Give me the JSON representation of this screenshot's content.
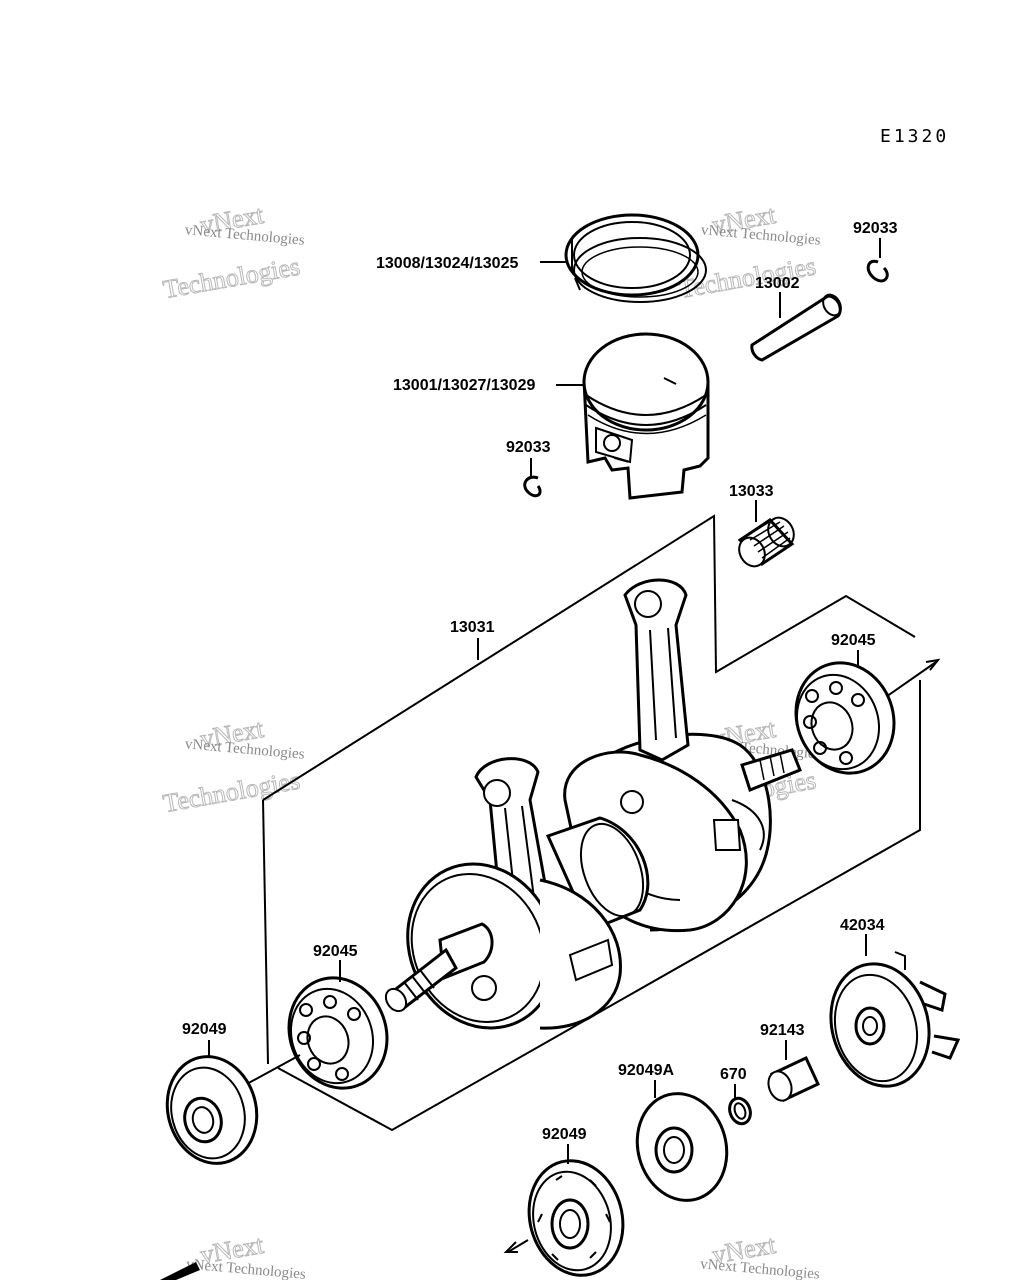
{
  "diagram_code": "E1320",
  "watermark": {
    "line1": "vNext Technologies",
    "outline1": "vNext",
    "outline2": "Technologies"
  },
  "parts": {
    "piston_rings": "13008/13024/13025",
    "circlip_right": "92033",
    "piston_pin": "13002",
    "piston": "13001/13027/13029",
    "circlip_left": "92033",
    "needle_bearing": "13033",
    "crankshaft_assy": "13031",
    "ball_bearing_right": "92045",
    "ball_bearing_left": "92045",
    "oil_seal_left": "92049",
    "impeller": "42034",
    "collar": "92143",
    "o_ring": "670",
    "washer": "92049A",
    "oil_seal_bottom": "92049"
  }
}
